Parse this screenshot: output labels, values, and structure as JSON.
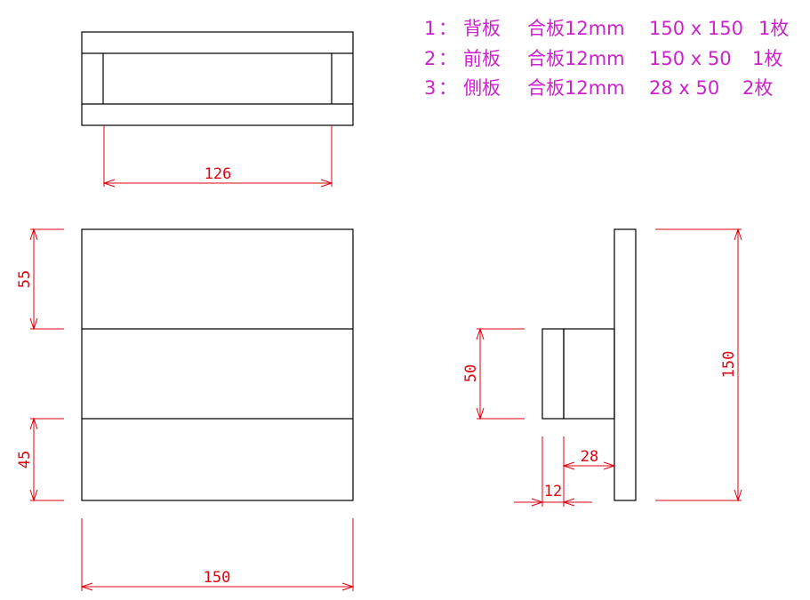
{
  "notes": [
    {
      "no": "1",
      "sep": "：",
      "name": "背板",
      "material": "合板12mm",
      "size": "150 x 150",
      "qty": "1枚"
    },
    {
      "no": "2",
      "sep": "：",
      "name": "前板",
      "material": "合板12mm",
      "size": "150 x 50",
      "qty": "1枚"
    },
    {
      "no": "3",
      "sep": "：",
      "name": "側板",
      "material": "合板12mm",
      "size": "28 x 50",
      "qty": "2枚"
    }
  ],
  "dimensions": {
    "top_inner_width": "126",
    "front_upper_height": "55",
    "front_lower_height": "45",
    "front_width": "150",
    "side_front_height": "50",
    "side_back_height": "150",
    "side_depth": "28",
    "side_thickness": "12"
  },
  "colors": {
    "dimension": "#e0000f",
    "notes": "#cc22cc",
    "outline": "#000000"
  }
}
